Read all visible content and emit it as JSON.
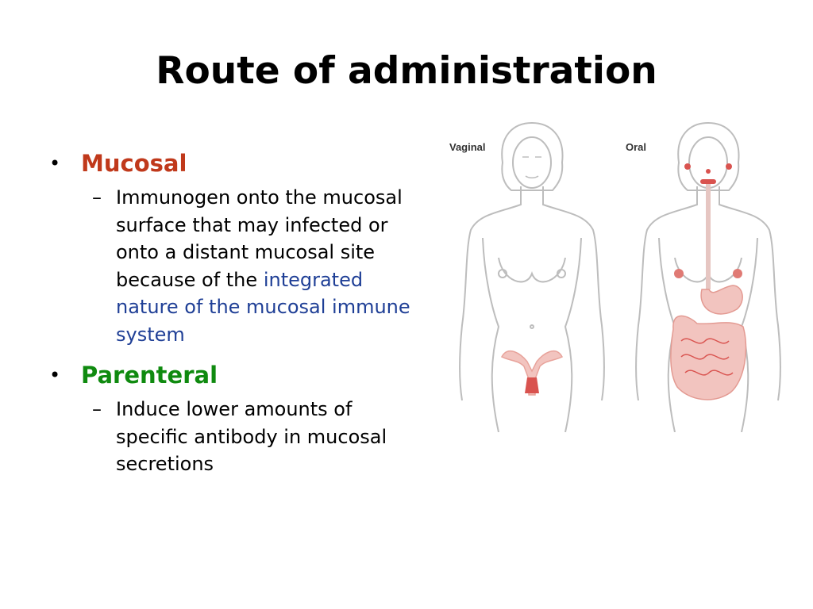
{
  "title": "Route of administration",
  "bullets": [
    {
      "label": "Mucosal",
      "color": "#c0391b",
      "sub_plain": "Immunogen onto the mucosal surface that may infected or onto a distant mucosal site because of the",
      "sub_highlight": "integrated nature of the mucosal immune system",
      "highlight_color": "#1f3f96"
    },
    {
      "label": "Parenteral",
      "color": "#0f8a0f",
      "sub_plain": "Induce lower amounts of specific antibody in mucosal secretions"
    }
  ],
  "figure": {
    "left_label": "Vaginal",
    "right_label": "Oral",
    "outline_color": "#bdbdbd",
    "highlight_color": "#d9534f"
  }
}
